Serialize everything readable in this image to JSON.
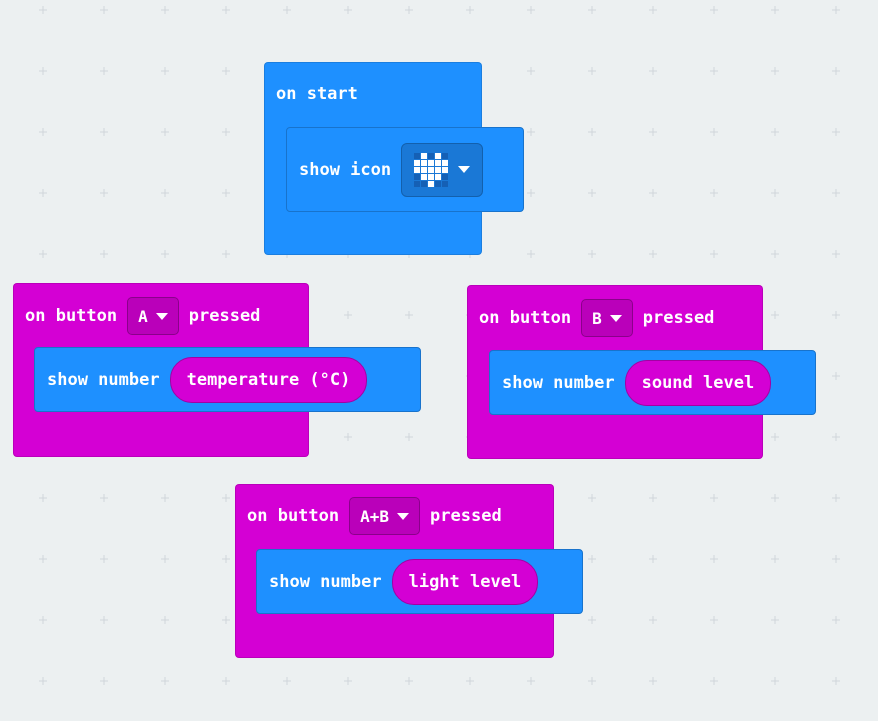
{
  "colors": {
    "background": "#ecf0f1",
    "basic_block": "#1e90ff",
    "input_block": "#d400d4",
    "text": "#ffffff"
  },
  "on_start": {
    "label": "on start",
    "show_icon": {
      "label": "show icon",
      "icon": "heart-icon",
      "icon_matrix": [
        [
          0,
          1,
          0,
          1,
          0
        ],
        [
          1,
          1,
          1,
          1,
          1
        ],
        [
          1,
          1,
          1,
          1,
          1
        ],
        [
          0,
          1,
          1,
          1,
          0
        ],
        [
          0,
          0,
          1,
          0,
          0
        ]
      ]
    }
  },
  "button_a": {
    "prefix": "on button",
    "button": "A",
    "suffix": "pressed",
    "show_number": {
      "label": "show number",
      "value": "temperature (°C)"
    }
  },
  "button_b": {
    "prefix": "on button",
    "button": "B",
    "suffix": "pressed",
    "show_number": {
      "label": "show number",
      "value": "sound level"
    }
  },
  "button_ab": {
    "prefix": "on button",
    "button": "A+B",
    "suffix": "pressed",
    "show_number": {
      "label": "show number",
      "value": "light level"
    }
  }
}
